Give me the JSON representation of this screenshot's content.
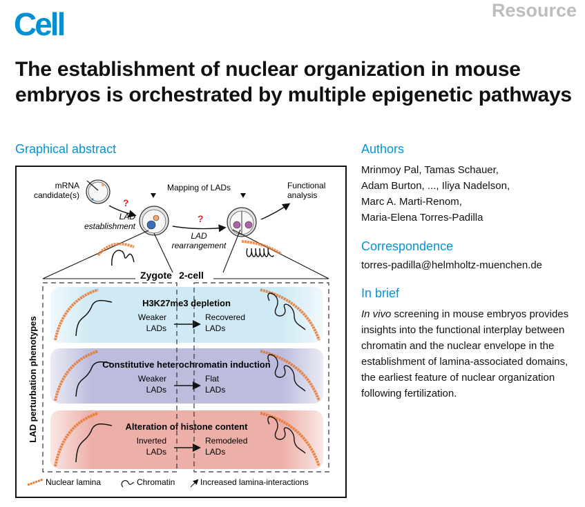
{
  "header": {
    "journal": "Cell",
    "article_type": "Resource"
  },
  "title": "The establishment of nuclear organization in mouse embryos is orchestrated by multiple epigenetic pathways",
  "graphical_abstract": {
    "heading": "Graphical abstract",
    "mrna_1": "mRNA",
    "mrna_2": "candidate(s)",
    "question": "?",
    "lad_est_1": "LAD",
    "lad_est_2": "establishment",
    "mapping": "Mapping of LADs",
    "functional_1": "Functional",
    "functional_2": "analysis",
    "lad_re_1": "LAD",
    "lad_re_2": "rearrangement",
    "zygote": "Zygote",
    "two_cell": "2-cell",
    "side_label": "LAD perturbation phenotypes",
    "bands": [
      {
        "title": "H3K27me3 depletion",
        "left_1": "Weaker",
        "left_2": "LADs",
        "right_1": "Recovered",
        "right_2": "LADs",
        "color": "#cfeaf4"
      },
      {
        "title": "Constitutive heterochromatin induction",
        "left_1": "Weaker",
        "left_2": "LADs",
        "right_1": "Flat",
        "right_2": "LADs",
        "color": "#bcbddd"
      },
      {
        "title": "Alteration of histone content",
        "left_1": "Inverted",
        "left_2": "LADs",
        "right_1": "Remodeled",
        "right_2": "LADs",
        "color": "#ecb0a8"
      }
    ],
    "legend": {
      "lamina": "Nuclear lamina",
      "chromatin": "Chromatin",
      "interactions": "Increased lamina-interactions"
    },
    "colors": {
      "lamina": "#e8732a",
      "question": "#e3262c",
      "zygote_pn1": "#3d6fb6",
      "zygote_pn2": "#f1a56b",
      "two_cell_nuclei": "#b062a8"
    }
  },
  "authors": {
    "heading": "Authors",
    "lines": [
      "Mrinmoy Pal, Tamas Schauer,",
      "Adam Burton, ..., Iliya Nadelson,",
      "Marc A. Marti-Renom,",
      "Maria-Elena Torres-Padilla"
    ]
  },
  "correspondence": {
    "heading": "Correspondence",
    "email": "torres-padilla@helmholtz-muenchen.de"
  },
  "in_brief": {
    "heading": "In brief",
    "italic": "In vivo",
    "text": " screening in mouse embryos provides insights into the functional interplay between chromatin and the nuclear envelope in the establishment of lamina-associated domains, the earliest feature of nuclear organization following fertilization."
  }
}
